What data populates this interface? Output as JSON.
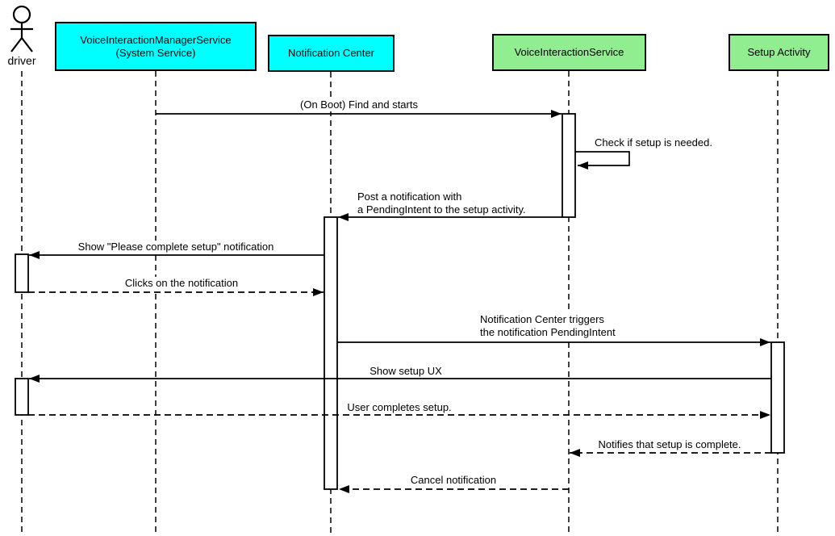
{
  "diagram": {
    "kind": "uml-sequence-diagram",
    "colors": {
      "system_fill": "#00FFFF",
      "app_fill": "#90EE90",
      "stroke": "#000000",
      "background": "#FFFFFF"
    },
    "participants": [
      {
        "id": "driver",
        "type": "actor",
        "label": "driver"
      },
      {
        "id": "vims",
        "type": "system-service",
        "label": "VoiceInteractionManagerService\n(System Service)"
      },
      {
        "id": "notification-center",
        "type": "system-service",
        "label": "Notification Center"
      },
      {
        "id": "voice-interaction-service",
        "type": "app",
        "label": "VoiceInteractionService"
      },
      {
        "id": "setup-activity",
        "type": "app",
        "label": "Setup Activity"
      }
    ],
    "messages": [
      {
        "from": "vims",
        "to": "voice-interaction-service",
        "style": "solid",
        "text": "(On Boot) Find and starts"
      },
      {
        "from": "voice-interaction-service",
        "to": "voice-interaction-service",
        "style": "self",
        "text": "Check if setup is needed."
      },
      {
        "from": "voice-interaction-service",
        "to": "notification-center",
        "style": "solid",
        "text": "Post a notification with\na PendingIntent to the setup activity."
      },
      {
        "from": "notification-center",
        "to": "driver",
        "style": "solid",
        "text": "Show \"Please complete setup\" notification"
      },
      {
        "from": "driver",
        "to": "notification-center",
        "style": "dashed",
        "text": "Clicks on the notification"
      },
      {
        "from": "notification-center",
        "to": "setup-activity",
        "style": "solid",
        "text": "Notification Center triggers\nthe notification PendingIntent"
      },
      {
        "from": "setup-activity",
        "to": "driver",
        "style": "solid",
        "text": "Show setup UX"
      },
      {
        "from": "driver",
        "to": "setup-activity",
        "style": "dashed",
        "text": "User completes setup."
      },
      {
        "from": "setup-activity",
        "to": "voice-interaction-service",
        "style": "dashed",
        "text": "Notifies that setup is complete."
      },
      {
        "from": "voice-interaction-service",
        "to": "notification-center",
        "style": "dashed",
        "text": "Cancel notification"
      }
    ]
  }
}
